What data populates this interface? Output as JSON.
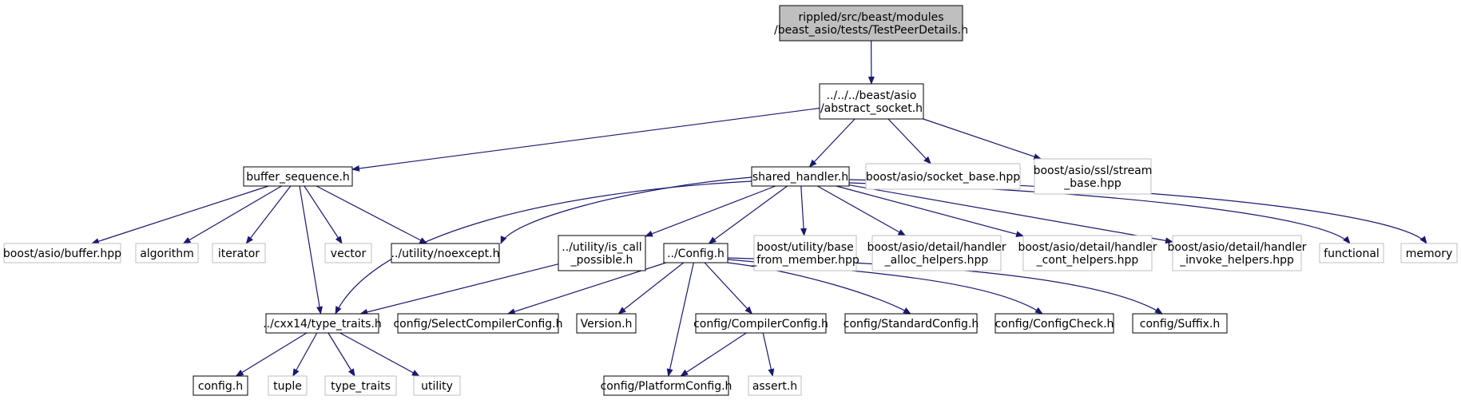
{
  "graph": {
    "node_colors": {
      "root_fill": "#bfbfbf",
      "border": "#000000",
      "external_border": "#bfbfbf",
      "edge": "#191970"
    },
    "nodes": [
      {
        "id": "root",
        "kind": "gray",
        "lines": [
          "rippled/src/beast/modules",
          "/beast_asio/tests/TestPeerDetails.h"
        ]
      },
      {
        "id": "abstract_socket",
        "kind": "solid",
        "lines": [
          "../../../beast/asio",
          "/abstract_socket.h"
        ]
      },
      {
        "id": "buffer_sequence",
        "kind": "solid",
        "lines": [
          "buffer_sequence.h"
        ]
      },
      {
        "id": "shared_handler",
        "kind": "solid",
        "lines": [
          "shared_handler.h"
        ]
      },
      {
        "id": "socket_base",
        "kind": "ext",
        "lines": [
          "boost/asio/socket_base.hpp"
        ]
      },
      {
        "id": "ssl_stream",
        "kind": "ext",
        "lines": [
          "boost/asio/ssl/stream",
          "_base.hpp"
        ]
      },
      {
        "id": "buffer_hpp",
        "kind": "ext",
        "lines": [
          "boost/asio/buffer.hpp"
        ]
      },
      {
        "id": "algorithm",
        "kind": "ext",
        "lines": [
          "algorithm"
        ]
      },
      {
        "id": "iterator",
        "kind": "ext",
        "lines": [
          "iterator"
        ]
      },
      {
        "id": "vector",
        "kind": "ext",
        "lines": [
          "vector"
        ]
      },
      {
        "id": "noexcept",
        "kind": "solid",
        "lines": [
          "../utility/noexcept.h"
        ]
      },
      {
        "id": "is_call_possible",
        "kind": "solid",
        "lines": [
          "../utility/is_call",
          "_possible.h"
        ]
      },
      {
        "id": "config_h",
        "kind": "solid",
        "lines": [
          "../Config.h"
        ]
      },
      {
        "id": "base_from_member",
        "kind": "ext",
        "lines": [
          "boost/utility/base",
          "_from_member.hpp"
        ]
      },
      {
        "id": "alloc_helpers",
        "kind": "ext",
        "lines": [
          "boost/asio/detail/handler",
          "_alloc_helpers.hpp"
        ]
      },
      {
        "id": "cont_helpers",
        "kind": "ext",
        "lines": [
          "boost/asio/detail/handler",
          "_cont_helpers.hpp"
        ]
      },
      {
        "id": "invoke_helpers",
        "kind": "ext",
        "lines": [
          "boost/asio/detail/handler",
          "_invoke_helpers.hpp"
        ]
      },
      {
        "id": "functional",
        "kind": "ext",
        "lines": [
          "functional"
        ]
      },
      {
        "id": "memory",
        "kind": "ext",
        "lines": [
          "memory"
        ]
      },
      {
        "id": "type_traits_h",
        "kind": "solid",
        "lines": [
          "../cxx14/type_traits.h"
        ]
      },
      {
        "id": "select_compiler",
        "kind": "solid",
        "lines": [
          "config/SelectCompilerConfig.h"
        ]
      },
      {
        "id": "version_h",
        "kind": "solid",
        "lines": [
          "Version.h"
        ]
      },
      {
        "id": "compiler_config",
        "kind": "solid",
        "lines": [
          "config/CompilerConfig.h"
        ]
      },
      {
        "id": "standard_config",
        "kind": "solid",
        "lines": [
          "config/StandardConfig.h"
        ]
      },
      {
        "id": "config_check",
        "kind": "solid",
        "lines": [
          "config/ConfigCheck.h"
        ]
      },
      {
        "id": "suffix_h",
        "kind": "solid",
        "lines": [
          "config/Suffix.h"
        ]
      },
      {
        "id": "config_lower",
        "kind": "solid",
        "lines": [
          "config.h"
        ]
      },
      {
        "id": "tuple",
        "kind": "ext",
        "lines": [
          "tuple"
        ]
      },
      {
        "id": "type_traits",
        "kind": "ext",
        "lines": [
          "type_traits"
        ]
      },
      {
        "id": "utility",
        "kind": "ext",
        "lines": [
          "utility"
        ]
      },
      {
        "id": "platform_config",
        "kind": "solid",
        "lines": [
          "config/PlatformConfig.h"
        ]
      },
      {
        "id": "assert_h",
        "kind": "ext",
        "lines": [
          "assert.h"
        ]
      }
    ],
    "edges": [
      {
        "from": "root",
        "to": "abstract_socket"
      },
      {
        "from": "abstract_socket",
        "to": "buffer_sequence"
      },
      {
        "from": "abstract_socket",
        "to": "shared_handler"
      },
      {
        "from": "abstract_socket",
        "to": "socket_base"
      },
      {
        "from": "abstract_socket",
        "to": "ssl_stream"
      },
      {
        "from": "buffer_sequence",
        "to": "buffer_hpp"
      },
      {
        "from": "buffer_sequence",
        "to": "algorithm"
      },
      {
        "from": "buffer_sequence",
        "to": "iterator"
      },
      {
        "from": "buffer_sequence",
        "to": "vector"
      },
      {
        "from": "buffer_sequence",
        "to": "noexcept"
      },
      {
        "from": "buffer_sequence",
        "to": "type_traits_h"
      },
      {
        "from": "shared_handler",
        "to": "noexcept"
      },
      {
        "from": "shared_handler",
        "to": "type_traits_h"
      },
      {
        "from": "shared_handler",
        "to": "is_call_possible"
      },
      {
        "from": "shared_handler",
        "to": "config_h"
      },
      {
        "from": "shared_handler",
        "to": "base_from_member"
      },
      {
        "from": "shared_handler",
        "to": "alloc_helpers"
      },
      {
        "from": "shared_handler",
        "to": "cont_helpers"
      },
      {
        "from": "shared_handler",
        "to": "invoke_helpers"
      },
      {
        "from": "shared_handler",
        "to": "functional"
      },
      {
        "from": "shared_handler",
        "to": "memory"
      },
      {
        "from": "is_call_possible",
        "to": "type_traits_h"
      },
      {
        "from": "config_h",
        "to": "select_compiler"
      },
      {
        "from": "config_h",
        "to": "version_h"
      },
      {
        "from": "config_h",
        "to": "compiler_config"
      },
      {
        "from": "config_h",
        "to": "standard_config"
      },
      {
        "from": "config_h",
        "to": "config_check"
      },
      {
        "from": "config_h",
        "to": "suffix_h"
      },
      {
        "from": "config_h",
        "to": "platform_config"
      },
      {
        "from": "compiler_config",
        "to": "platform_config"
      },
      {
        "from": "compiler_config",
        "to": "assert_h"
      },
      {
        "from": "type_traits_h",
        "to": "config_lower"
      },
      {
        "from": "type_traits_h",
        "to": "tuple"
      },
      {
        "from": "type_traits_h",
        "to": "type_traits"
      },
      {
        "from": "type_traits_h",
        "to": "utility"
      }
    ]
  }
}
